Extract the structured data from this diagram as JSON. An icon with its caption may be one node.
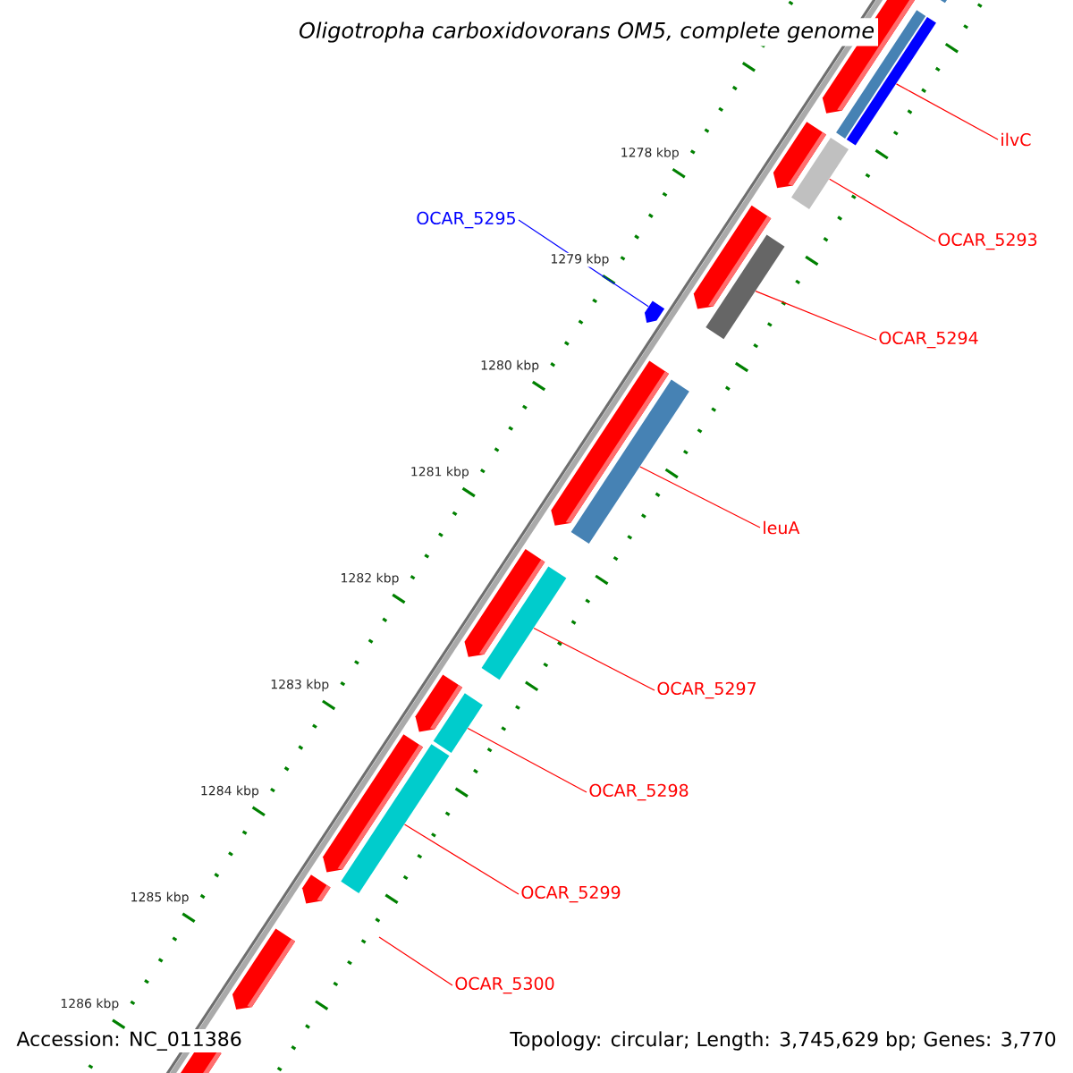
{
  "diagram": {
    "title": "*Oligotropha carboxidovorans* OM5, complete genome",
    "nodes": [
      {
        "text": [
          "OCAR_5295"
        ]
      },
      {
        "text": [
          "ilvC"
        ]
      },
      {
        "text": [
          "OCAR_5293"
        ]
      },
      {
        "text": [
          "OCAR_5294"
        ]
      },
      {
        "text": [
          "leuA"
        ]
      },
      {
        "text": [
          "OCAR_5297"
        ]
      },
      {
        "text": [
          "OCAR_5298"
        ]
      },
      {
        "text": [
          "OCAR_5299"
        ]
      },
      {
        "text": [
          "OCAR_5300"
        ]
      },
      {
        "text": [],
        "shape": "arrow"
      },
      {
        "text": [],
        "shape": "bar"
      },
      {
        "text": [],
        "shape": "bar"
      },
      {
        "text": [],
        "shape": "bar"
      },
      {
        "text": [],
        "shape": "bar"
      },
      {
        "text": [],
        "shape": "bar"
      },
      {
        "text": [],
        "shape": "bar"
      },
      {
        "text": [],
        "shape": "bar"
      }
    ],
    "edges": [
      {
        "from": 0,
        "to": 9,
        "arrow": "none",
        "color": "#0000ff"
      },
      {
        "from": 1,
        "to": 10,
        "arrow": "none"
      },
      {
        "from": 2,
        "to": 11,
        "arrow": "none"
      },
      {
        "from": 3,
        "to": 12,
        "arrow": "none"
      },
      {
        "from": 4,
        "to": 13,
        "arrow": "none"
      },
      {
        "from": 5,
        "to": 14,
        "arrow": "none"
      },
      {
        "from": 6,
        "to": 15,
        "arrow": "none"
      },
      {
        "from": 7,
        "to": 16,
        "arrow": "none"
      },
      {
        "from": 8,
        "to": null,
        "arrow": "none"
      }
    ],
    "labels": [
      "1278 kbp",
      "1279 kbp",
      "1280 kbp",
      "1281 kbp",
      "1282 kbp",
      "1283 kbp",
      "1284 kbp",
      "1285 kbp",
      "1286 kbp",
      "Accession: NC_011386",
      "Topology: circular; Length: 3,745,629 bp; Genes: 3,770"
    ]
  }
}
